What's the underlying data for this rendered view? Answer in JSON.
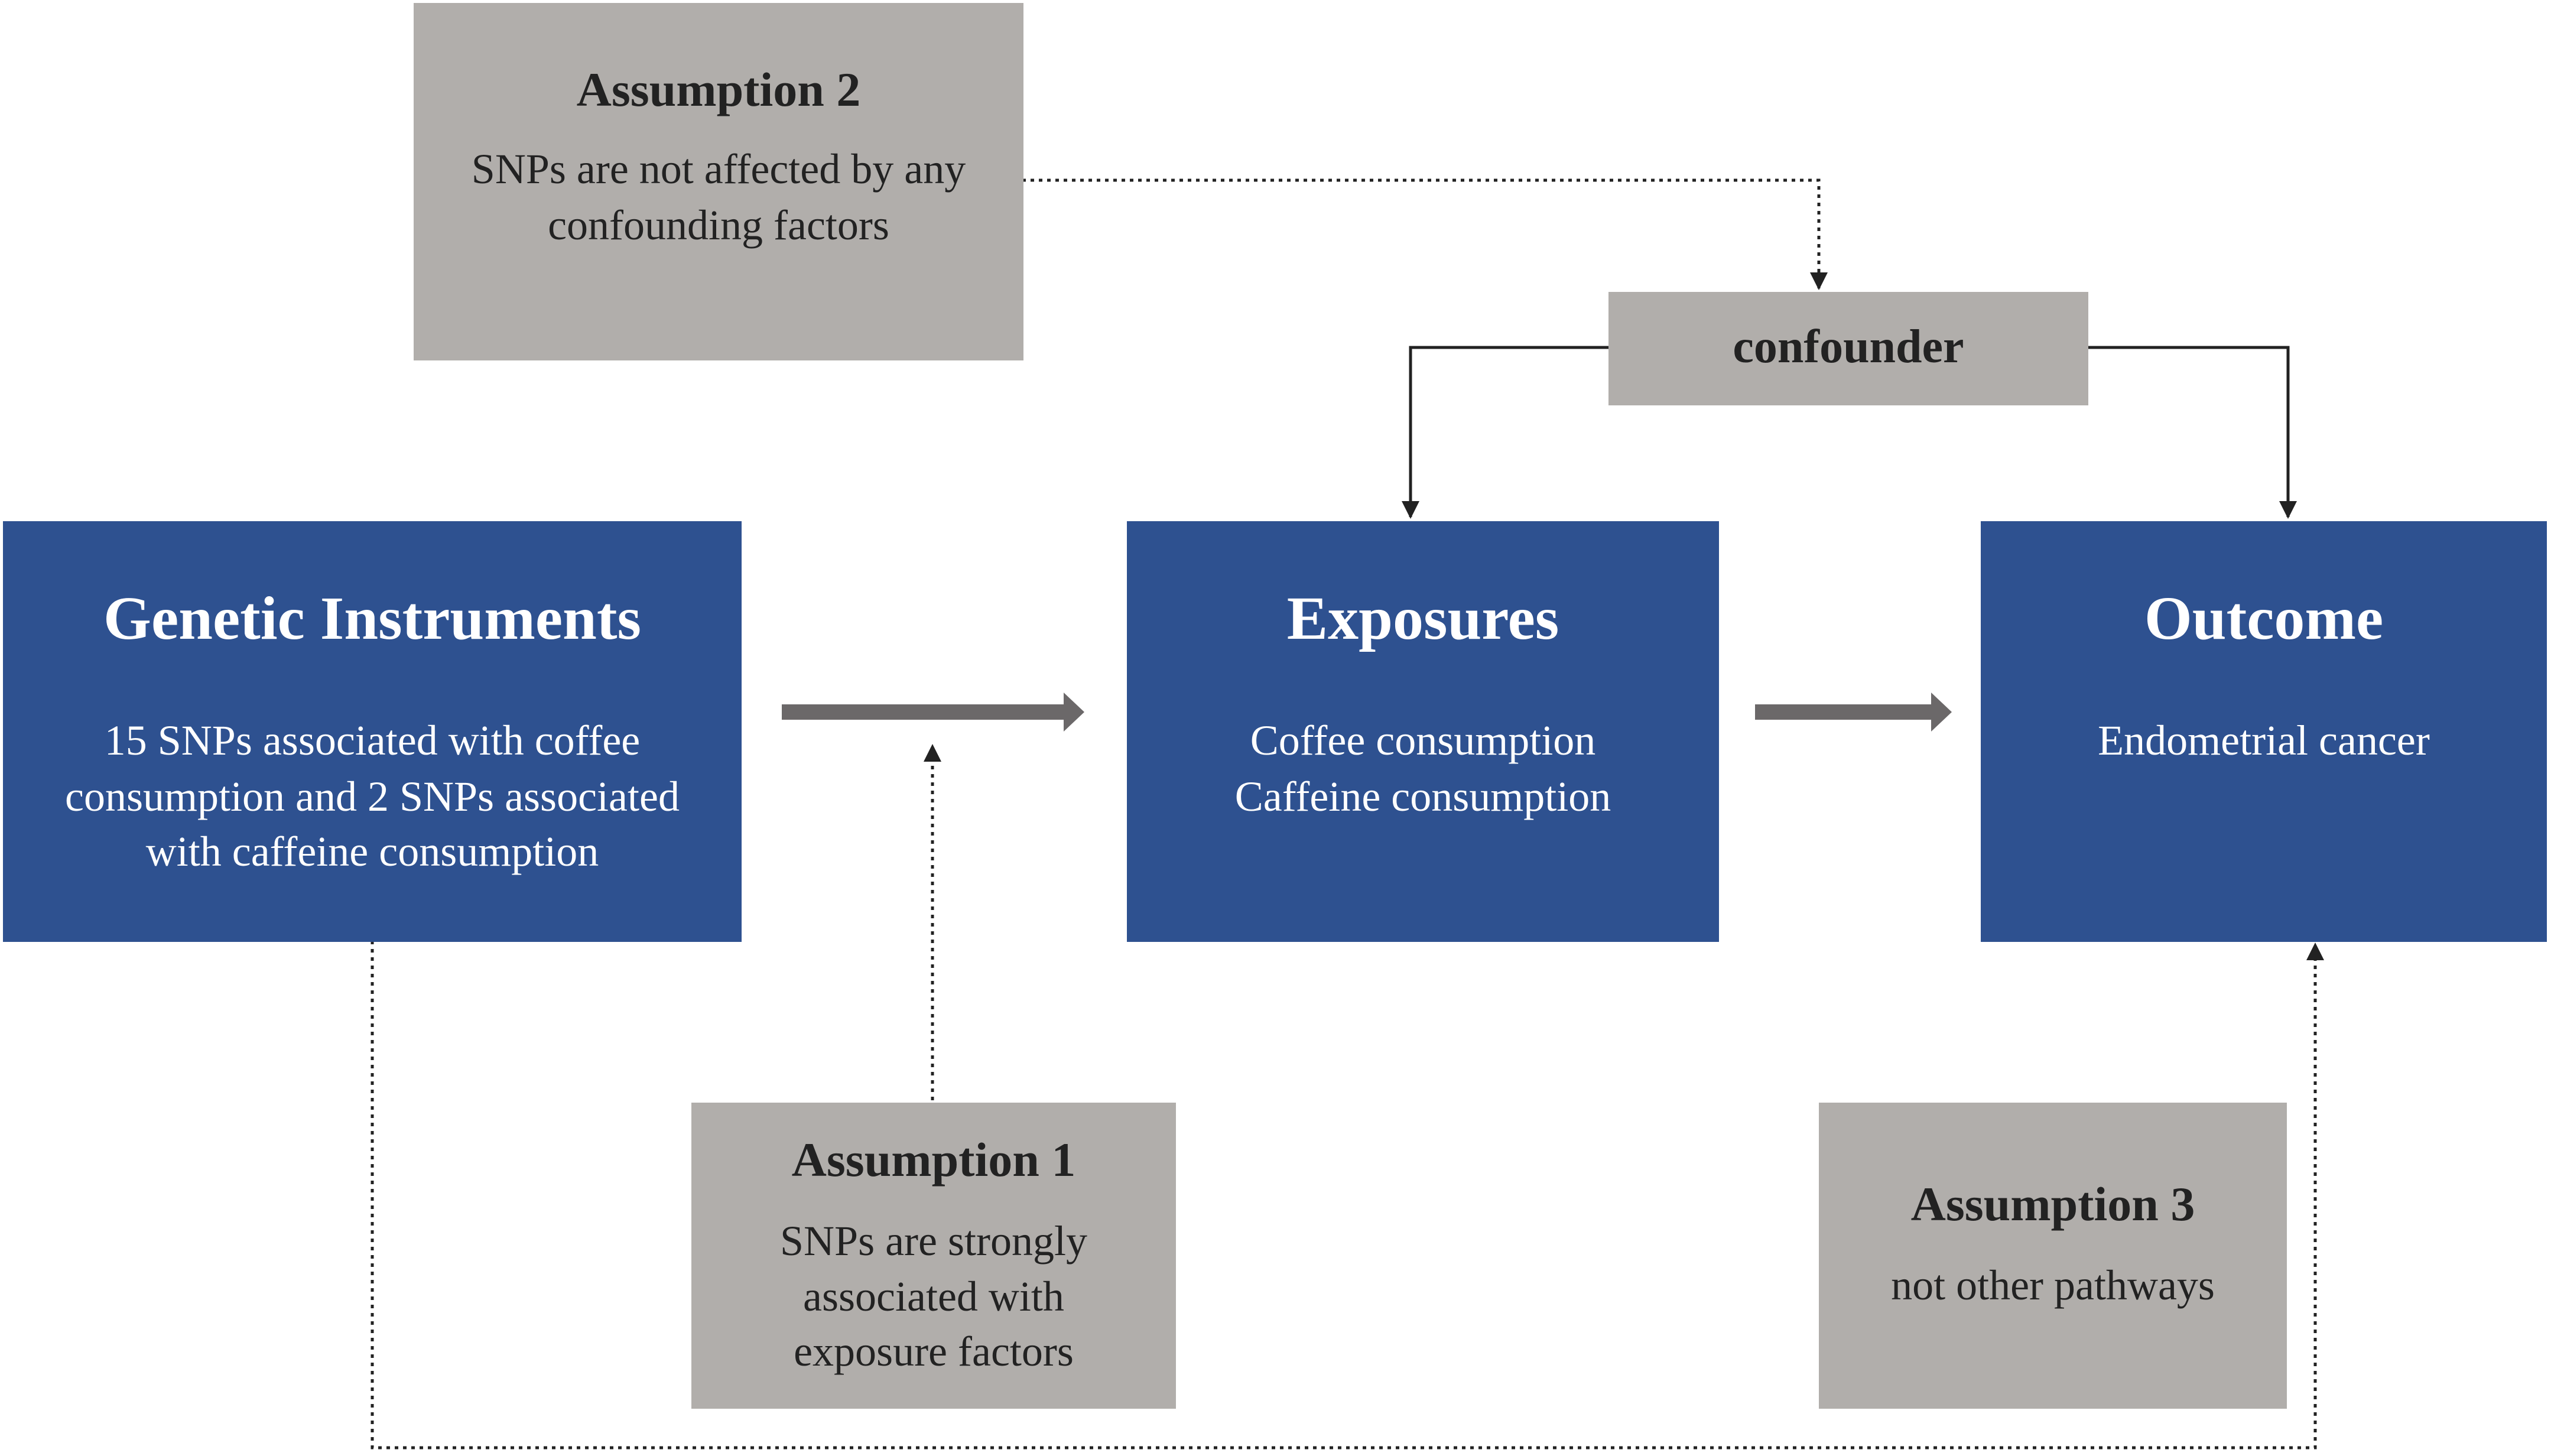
{
  "assumption2": {
    "title": "Assumption 2",
    "line1": "SNPs  are not affected by any",
    "line2": "confounding factors"
  },
  "confounder": {
    "label": "confounder"
  },
  "instruments": {
    "title": "Genetic Instruments",
    "line1": "15 SNPs associated with coffee",
    "line2": "consumption and 2 SNPs associated",
    "line3": "with caffeine consumption"
  },
  "exposures": {
    "title": "Exposures",
    "line1": "Coffee consumption",
    "line2": "Caffeine consumption"
  },
  "outcome": {
    "title": "Outcome",
    "line1": "Endometrial cancer"
  },
  "assumption1": {
    "title": "Assumption 1",
    "line1": "SNPs are strongly",
    "line2": "associated with",
    "line3": "exposure factors"
  },
  "assumption3": {
    "title": "Assumption 3",
    "line1": "not other pathways"
  },
  "colors": {
    "blue_box": "#2e5190",
    "gray_box": "#b1aeab",
    "arrow_gray": "#6b6869",
    "line": "#222222"
  }
}
